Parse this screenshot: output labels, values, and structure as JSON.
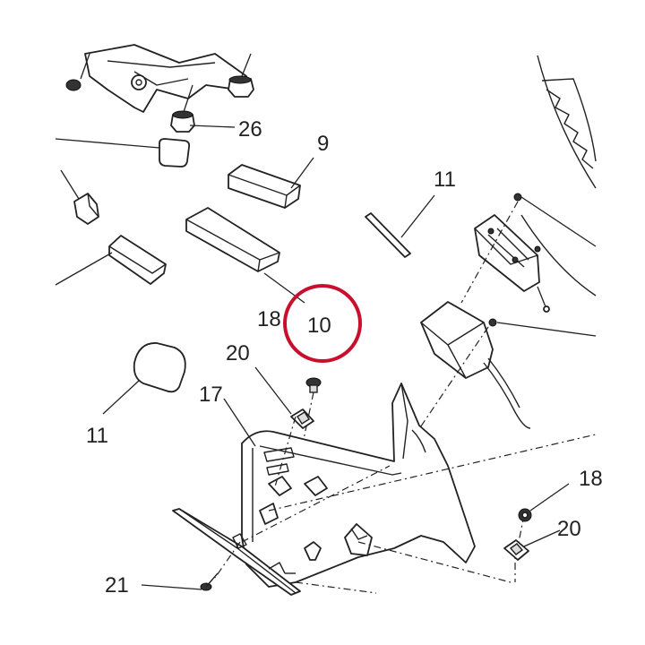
{
  "colors": {
    "line": "#222222",
    "highlight_ring": "#c8102e",
    "background": "#ffffff"
  },
  "callouts": {
    "c26": "26",
    "c9": "9",
    "c11_top": "11",
    "c18_mid": "18",
    "c10": "10",
    "c20_left": "20",
    "c17": "17",
    "c11_left": "11",
    "c18_right": "18",
    "c20_right": "20",
    "c21": "21"
  },
  "highlight": {
    "target": "10"
  }
}
